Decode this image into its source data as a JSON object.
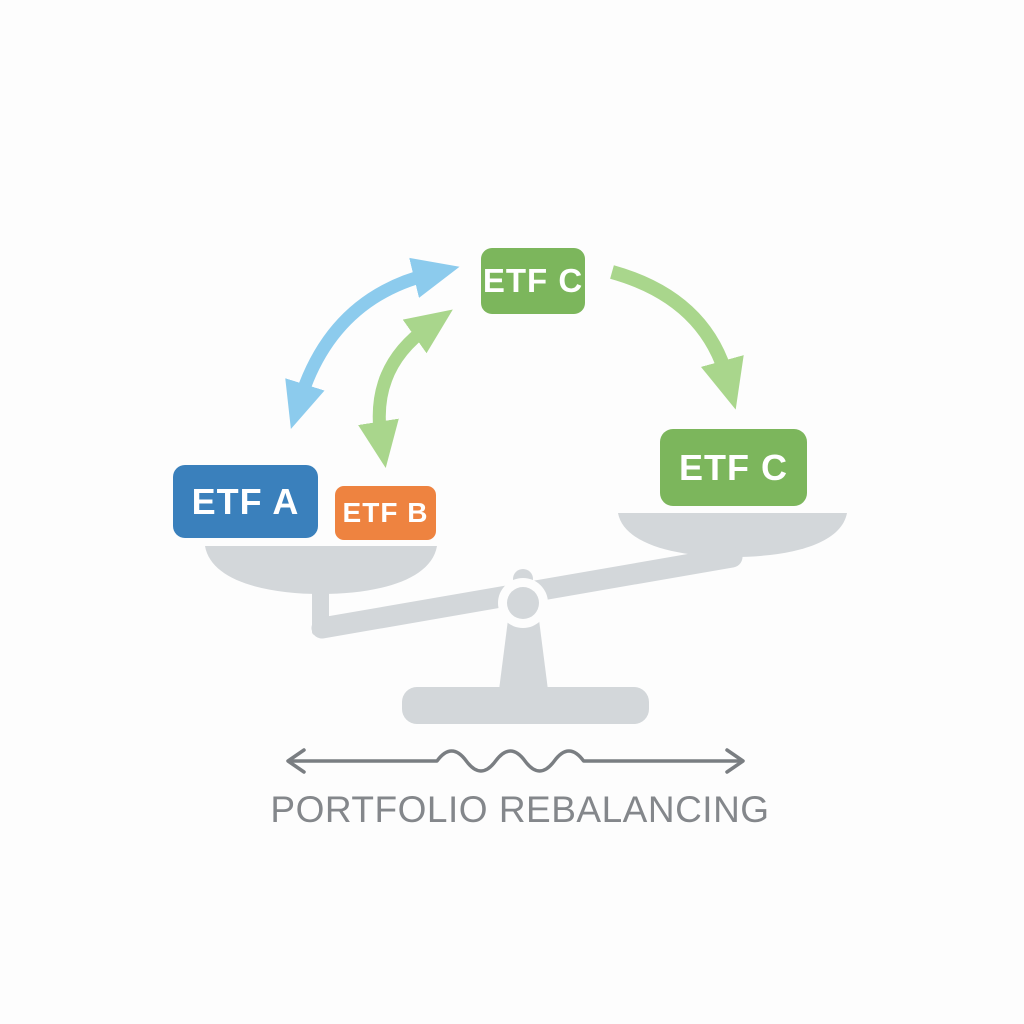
{
  "title": "PORTFOLIO REBALANCING",
  "diagram": {
    "top_box": {
      "label": "ETF C"
    },
    "scale": {
      "left_pan_boxes": [
        {
          "label": "ETF A"
        },
        {
          "label": "ETF B"
        }
      ],
      "right_pan_boxes": [
        {
          "label": "ETF C"
        }
      ]
    },
    "icons": {
      "blue_swap_arrow": "curved-double-headed-arrow",
      "green_swap_arrow": "curved-double-headed-arrow",
      "green_move_arrow": "curved-single-headed-arrow",
      "balance_scale": "balance-scale",
      "range_line": "double-headed-line-with-wavy-center"
    }
  },
  "colors": {
    "background": "#fdfdfd",
    "blue_box": "#3a80bc",
    "orange_box": "#ee8340",
    "green_box": "#7cb65c",
    "blue_arrow": "#8ccbed",
    "green_arrow": "#a9d68c",
    "scale_gray": "#d3d7da",
    "line_gray": "#7a7e82",
    "title_gray": "#84878b",
    "box_text": "#ffffff"
  }
}
